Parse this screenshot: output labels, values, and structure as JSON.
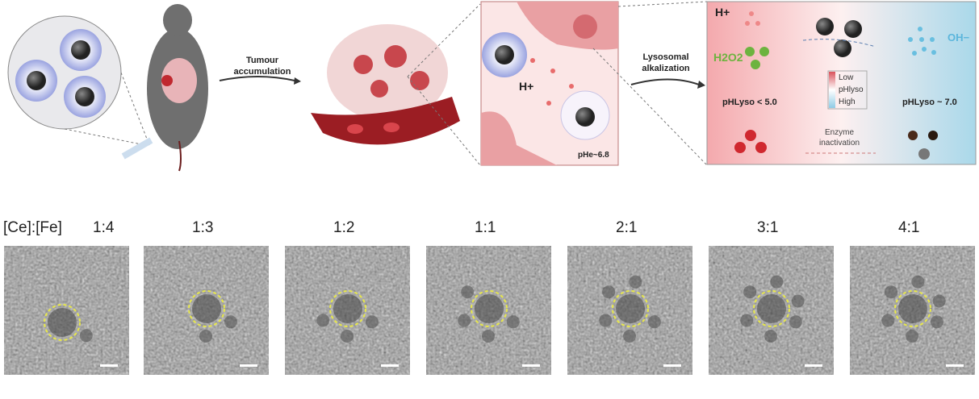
{
  "schematic": {
    "tumour_accumulation": "Tumour accumulation",
    "lysosomal_alkalization": "Lysosomal alkalization",
    "h_plus": "H+",
    "ph_e": "pHe~6.8",
    "lysosome_panel": {
      "h_plus": "H+",
      "h2o2": "H2O2",
      "oh_minus": "OH−",
      "ph_low": "pHLyso < 5.0",
      "ph_high": "pHLyso ~ 7.0",
      "legend_low": "Low",
      "legend_mid": "pHlyso",
      "legend_high": "High",
      "enzyme_inactivation": "Enzyme inactivation"
    },
    "colors": {
      "acid": "#f2a3a8",
      "base": "#a9d8ea",
      "h2o2": "#6db33f",
      "particle": "#3a3a3a",
      "ligand": "#e6e84a"
    }
  },
  "tem": {
    "label": "[Ce]:[Fe]",
    "ratios": [
      "1:4",
      "1:3",
      "1:2",
      "1:1",
      "2:1",
      "3:1",
      "4:1"
    ]
  }
}
